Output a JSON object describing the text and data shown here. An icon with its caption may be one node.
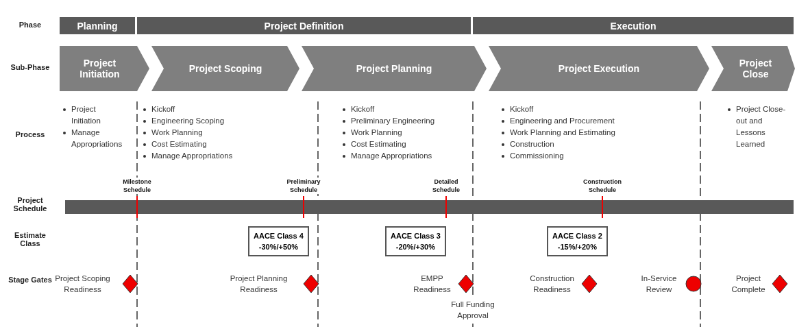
{
  "diagram": {
    "nodes": [
      {
        "text": [
          "Planning"
        ]
      },
      {
        "text": [
          "Project Definition"
        ]
      },
      {
        "text": [
          "Execution"
        ]
      },
      {
        "text": [
          "Project Initiation"
        ]
      },
      {
        "text": [
          "Project Scoping"
        ]
      },
      {
        "text": [
          "Project Planning"
        ]
      },
      {
        "text": [
          "Project Execution"
        ]
      },
      {
        "text": [
          "Project Close"
        ]
      },
      {
        "text": [
          "AACE Class 4",
          "-30%/+50%"
        ]
      },
      {
        "text": [
          "AACE Class 3",
          "-20%/+30%"
        ]
      },
      {
        "text": [
          "AACE Class 2",
          "-15%/+20%"
        ]
      },
      {
        "text": [],
        "shape": "diamond",
        "beside": [
          "Project Scoping Readiness"
        ]
      },
      {
        "text": [],
        "shape": "diamond",
        "beside": [
          "Project  Planning Readiness"
        ]
      },
      {
        "text": [],
        "shape": "diamond",
        "beside": [
          "EMPP Readiness"
        ]
      },
      {
        "text": [],
        "shape": "diamond",
        "beside": [
          "Construction Readiness"
        ]
      },
      {
        "text": [],
        "shape": "circle",
        "beside": [
          "In-Service Review"
        ]
      },
      {
        "text": [],
        "shape": "diamond",
        "beside": [
          "Project Complete"
        ]
      },
      {
        "text": [],
        "shape": "bar"
      }
    ],
    "edges": [],
    "labels": [
      "Phase",
      "Sub-Phase",
      "Process",
      "Project Schedule",
      "Estimate Class",
      "Stage Gates",
      "Project Initiation",
      "Manage Appropriations",
      "Kickoff",
      "Engineering Scoping",
      "Work Planning",
      "Cost Estimating",
      "Manage Appropriations",
      "Kickoff",
      "Preliminary Engineering",
      "Work Planning",
      "Cost Estimating",
      "Manage Appropriations",
      "Kickoff",
      "Engineering and Procurement",
      "Work Planning and Estimating",
      "Construction",
      "Commissioning",
      "Project Close-out and Lessons Learned",
      "Milestone Schedule",
      "Preliminary Schedule",
      "Detailed Schedule",
      "Construction Schedule",
      "Full Funding Approval"
    ]
  }
}
